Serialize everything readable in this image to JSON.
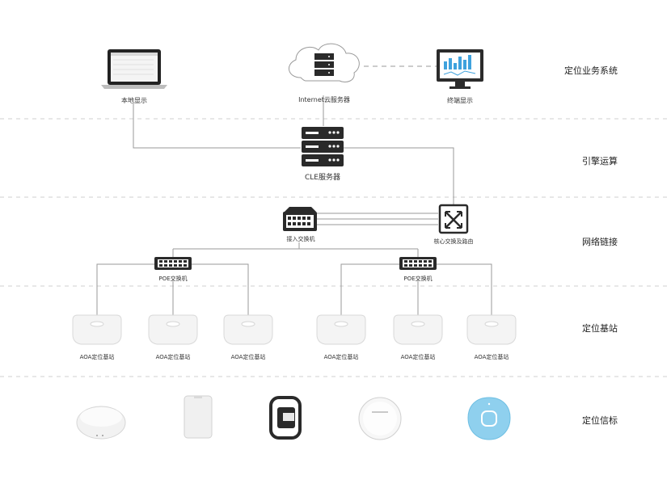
{
  "layers": {
    "business": "定位业务系统",
    "engine": "引擎运算",
    "network": "网络链接",
    "station": "定位基站",
    "tag": "定位信标"
  },
  "nodes": {
    "local_display": "本地显示",
    "internet_server": "Internet云服务器",
    "terminal_display": "终端显示",
    "cle_server": "CLE服务器",
    "access_switch": "接入交换机",
    "core_switch": "核心交换及路由",
    "poe_switch_left": "POE交换机",
    "poe_switch_right": "POE交换机"
  },
  "base_stations": [
    "AOA定位基站",
    "AOA定位基站",
    "AOA定位基站",
    "AOA定位基站",
    "AOA定位基站",
    "AOA定位基站"
  ],
  "tags": [
    "round-white-tag",
    "card-tag",
    "wristband-tag",
    "disc-tag",
    "blue-button-tag"
  ],
  "colors": {
    "line": "#9a9a9a",
    "device_dark": "#2a2a2a",
    "tag_blue": "#8fd0ee"
  }
}
